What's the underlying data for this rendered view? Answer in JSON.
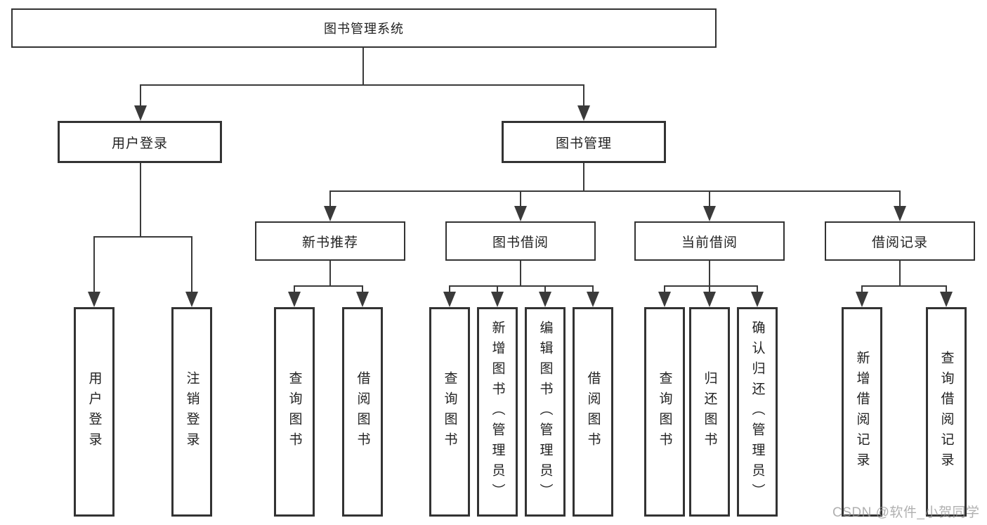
{
  "tree": {
    "root": {
      "label": "图书管理系统"
    },
    "level2": [
      {
        "label": "用户登录",
        "children": [
          {
            "label": "用户登录"
          },
          {
            "label": "注销登录"
          }
        ]
      },
      {
        "label": "图书管理",
        "children": [
          {
            "label": "新书推荐",
            "children": [
              {
                "label": "查询图书"
              },
              {
                "label": "借阅图书"
              }
            ]
          },
          {
            "label": "图书借阅",
            "children": [
              {
                "label": "查询图书"
              },
              {
                "label": "新增图书（管理员）"
              },
              {
                "label": "编辑图书（管理员）"
              },
              {
                "label": "借阅图书"
              }
            ]
          },
          {
            "label": "当前借阅",
            "children": [
              {
                "label": "查询图书"
              },
              {
                "label": "归还图书"
              },
              {
                "label": "确认归还（管理员）"
              }
            ]
          },
          {
            "label": "借阅记录",
            "children": [
              {
                "label": "新增借阅记录"
              },
              {
                "label": "查询借阅记录"
              }
            ]
          }
        ]
      }
    ]
  },
  "watermark": {
    "text": "CSDN @软件_小贺同学"
  },
  "colors": {
    "background": "#ffffff",
    "line": "#3a3a3a",
    "box_border": "#333333",
    "text": "#222222",
    "watermark": "#969696"
  }
}
